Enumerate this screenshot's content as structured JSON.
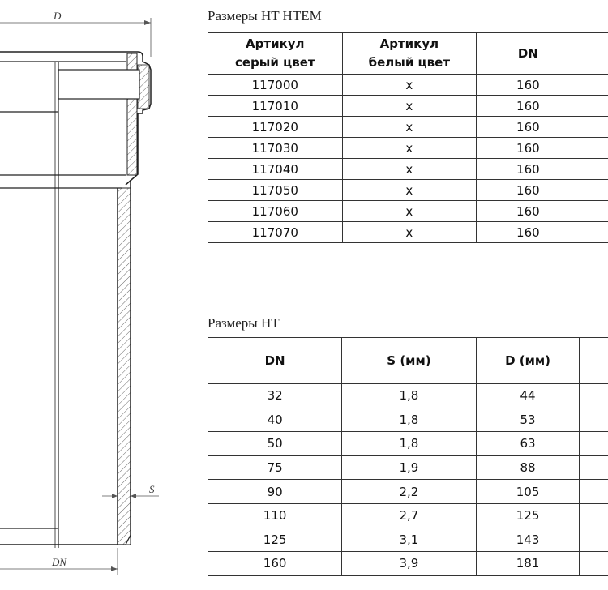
{
  "drawing": {
    "label_d": "D",
    "label_s": "S",
    "label_dn": "DN"
  },
  "table_htem": {
    "caption": "Размеры HT HTEM",
    "headers": [
      "Артикул\nсерый цвет",
      "Артикул\nбелый цвет",
      "DN",
      ""
    ],
    "rows": [
      [
        "117000",
        "x",
        "160",
        ""
      ],
      [
        "117010",
        "x",
        "160",
        ""
      ],
      [
        "117020",
        "x",
        "160",
        ""
      ],
      [
        "117030",
        "x",
        "160",
        ""
      ],
      [
        "117040",
        "x",
        "160",
        ""
      ],
      [
        "117050",
        "x",
        "160",
        ""
      ],
      [
        "117060",
        "x",
        "160",
        ""
      ],
      [
        "117070",
        "x",
        "160",
        ""
      ]
    ]
  },
  "table_ht": {
    "caption": "Размеры HT",
    "headers": [
      "DN",
      "S (мм)",
      "D (мм)",
      ""
    ],
    "rows": [
      [
        "32",
        "1,8",
        "44",
        ""
      ],
      [
        "40",
        "1,8",
        "53",
        ""
      ],
      [
        "50",
        "1,8",
        "63",
        ""
      ],
      [
        "75",
        "1,9",
        "88",
        ""
      ],
      [
        "90",
        "2,2",
        "105",
        ""
      ],
      [
        "110",
        "2,7",
        "125",
        ""
      ],
      [
        "125",
        "3,1",
        "143",
        ""
      ],
      [
        "160",
        "3,9",
        "181",
        ""
      ]
    ]
  }
}
